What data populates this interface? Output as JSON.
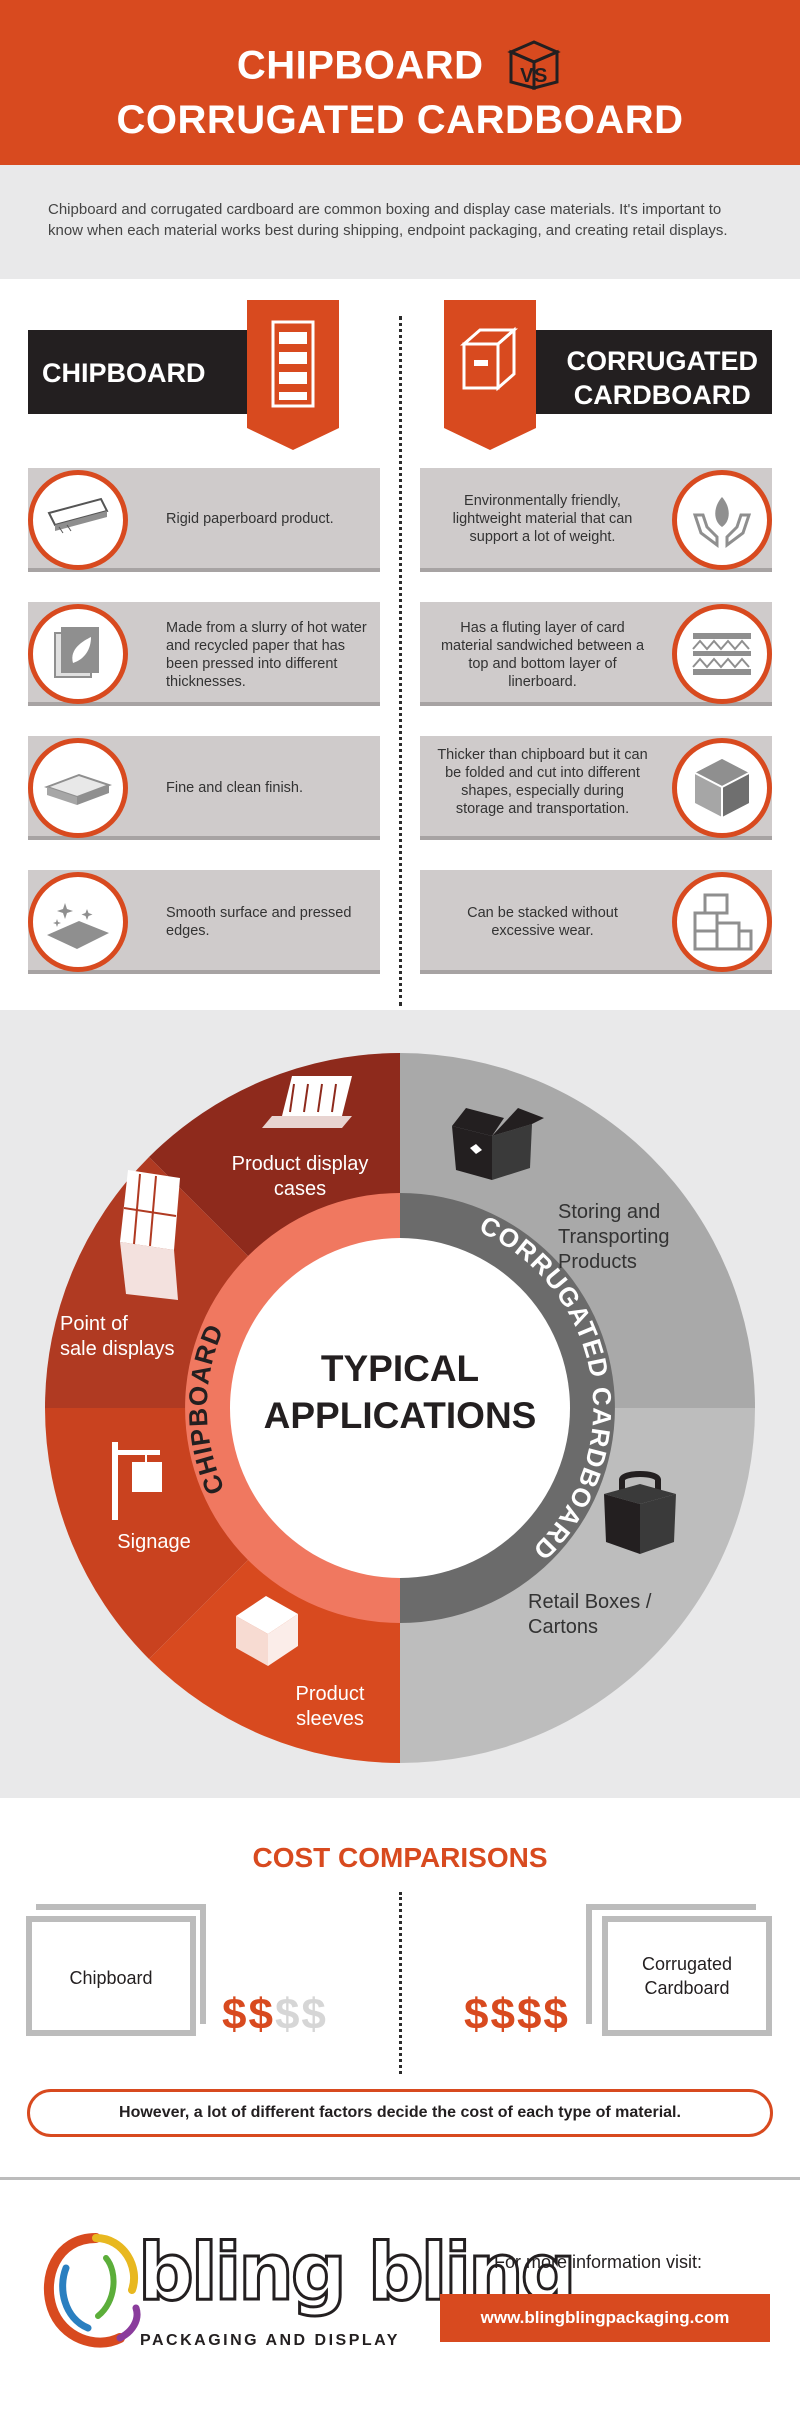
{
  "header": {
    "title_line1": "CHIPBOARD",
    "vs": "VS",
    "title_line2": "CORRUGATED CARDBOARD"
  },
  "intro": "Chipboard and corrugated cardboard are common boxing and display case materials. It's important to know when each material works best during shipping, endpoint packaging, and creating retail displays.",
  "columns": {
    "left_title": "CHIPBOARD",
    "right_title_line1": "CORRUGATED",
    "right_title_line2": "CARDBOARD"
  },
  "chipboard_features": [
    {
      "icon": "paperboard-sheet-icon",
      "text": "Rigid paperboard product."
    },
    {
      "icon": "recycled-paper-icon",
      "text": "Made from a slurry of hot water and recycled paper that has been pressed into different thicknesses."
    },
    {
      "icon": "flat-board-icon",
      "text": "Fine and clean finish."
    },
    {
      "icon": "sparkle-surface-icon",
      "text": "Smooth surface and pressed edges."
    }
  ],
  "cardboard_features": [
    {
      "icon": "hands-leaf-icon",
      "text": "Environmentally friendly, lightweight material that can support a lot of weight."
    },
    {
      "icon": "fluting-layers-icon",
      "text": "Has a fluting layer of card material sandwiched between a top and bottom layer of linerboard."
    },
    {
      "icon": "folded-shape-icon",
      "text": "Thicker than chipboard but it can be folded and cut into different shapes, especially during storage and transportation."
    },
    {
      "icon": "stacked-boxes-icon",
      "text": "Can be stacked without excessive wear."
    }
  ],
  "applications": {
    "center_line1": "TYPICAL",
    "center_line2": "APPLICATIONS",
    "ring_left": "CHIPBOARD",
    "ring_right": "CORRUGATED CARDBOARD",
    "chipboard": [
      {
        "line1": "Product display",
        "line2": "cases"
      },
      {
        "line1": "Point of",
        "line2": "sale displays"
      },
      {
        "line1": "Signage",
        "line2": ""
      },
      {
        "line1": "Product",
        "line2": "sleeves"
      }
    ],
    "cardboard": [
      {
        "line1": "Storing and",
        "line2": "Transporting",
        "line3": "Products"
      },
      {
        "line1": "Retail Boxes /",
        "line2": "Cartons"
      }
    ],
    "colors": {
      "wedge1": "#8e2a1c",
      "wedge2": "#b03a22",
      "wedge3": "#c9421f",
      "wedge4": "#d84a1f",
      "gray1": "#a9a9a9",
      "gray2": "#bdbdbd",
      "ring_left": "#f07860",
      "ring_right": "#6b6b6b"
    }
  },
  "cost": {
    "title": "COST COMPARISONS",
    "left_label": "Chipboard",
    "left_dollars_on": "$$",
    "left_dollars_off": "$$",
    "right_label_line1": "Corrugated",
    "right_label_line2": "Cardboard",
    "right_dollars_on": "$$$$",
    "note": "However, a lot of different factors decide the cost of each type of material."
  },
  "footer": {
    "logo": "bling bling",
    "logo_sub": "PACKAGING AND DISPLAY",
    "more_info": "For more information visit:",
    "url": "www.blingblingpackaging.com"
  },
  "accent": "#d84a1f",
  "dark": "#231f20"
}
